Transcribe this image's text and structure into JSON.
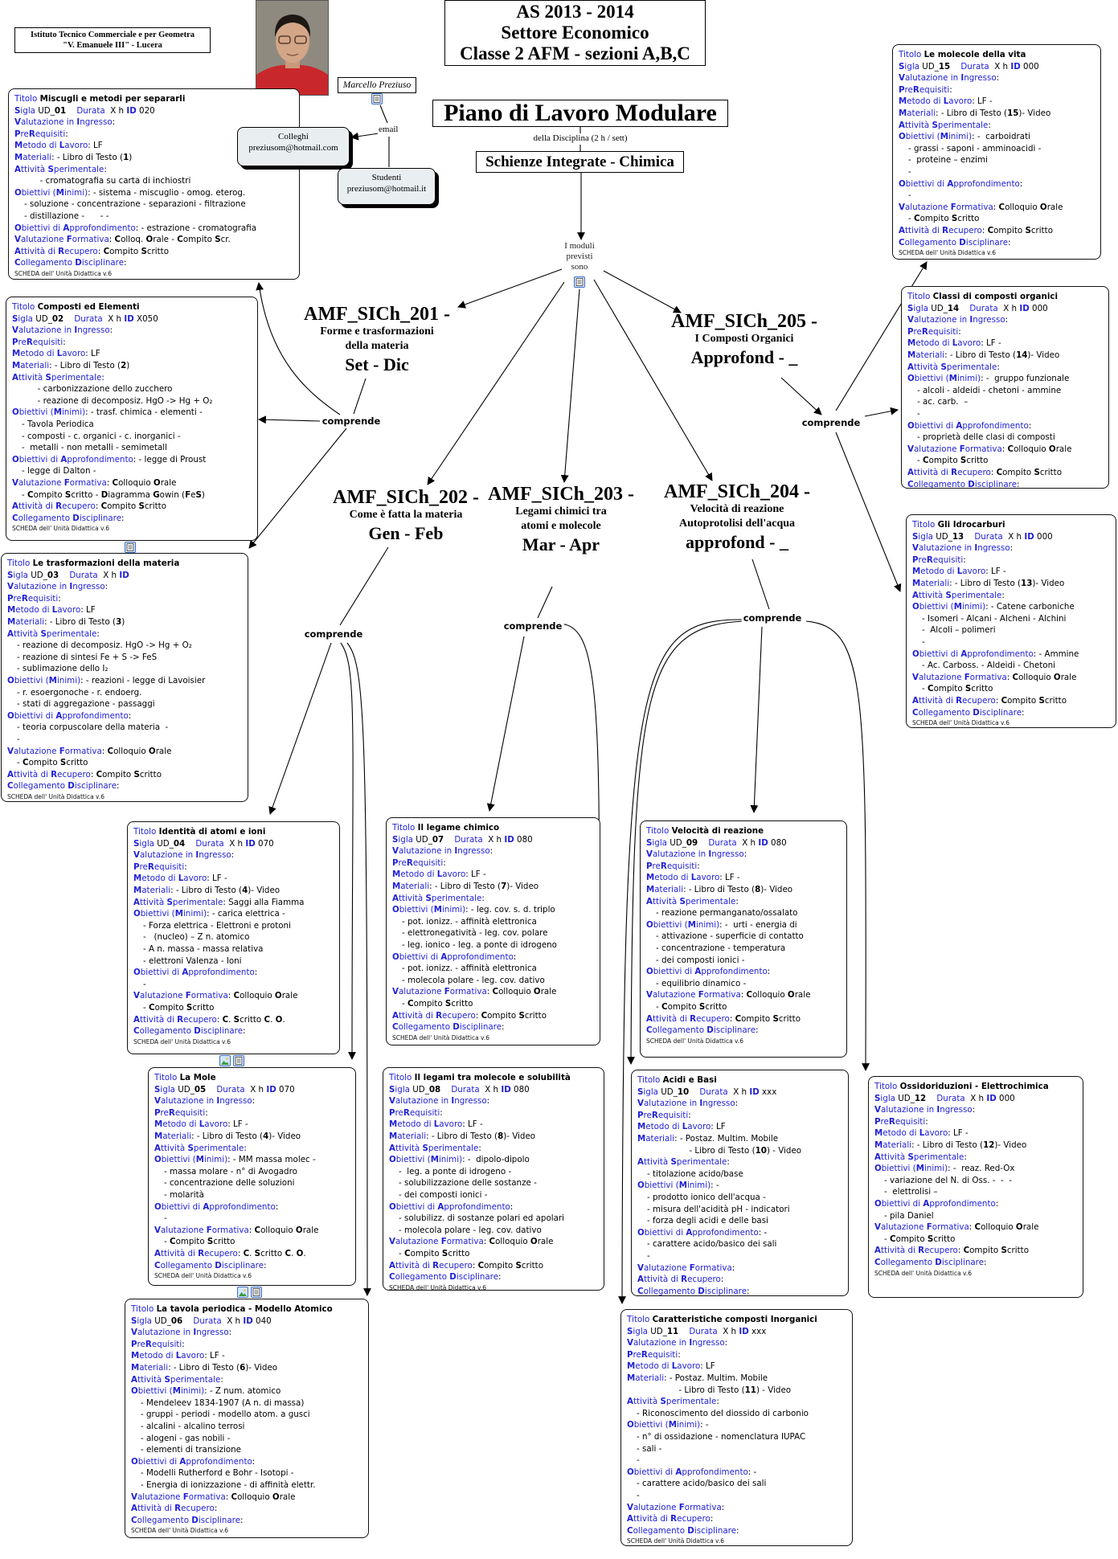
{
  "header": {
    "institute": [
      "Istituto Tecnico Commerciale e per Geometra",
      "\"V. Emanuele III\" - Lucera"
    ],
    "year_box": [
      "AS 2013 - 2014",
      "Settore Economico",
      "Classe 2 AFM - sezioni A,B,C"
    ],
    "plan_title": "Piano di Lavoro Modulare",
    "discipline_link": "della Disciplina (2 h / sett)",
    "subject": "Schienze Integrate - Chimica",
    "author": "Marcello Preziuso",
    "email_label": "email",
    "colleghi": [
      "Colleghi",
      "preziusom@hotmail.com"
    ],
    "studenti": [
      "Studenti",
      "preziusom@hotmail.it"
    ],
    "modules_link": [
      "I moduli",
      "previsti",
      "sono"
    ]
  },
  "connector_label": "comprende",
  "modules": [
    {
      "code": "AMF_SICh_201 -",
      "subtitle": [
        "Forme e trasformazioni",
        "della materia"
      ],
      "period": "Set - Dic"
    },
    {
      "code": "AMF_SICh_202 -",
      "subtitle": [
        "Come è fatta  la materia"
      ],
      "period": "Gen - Feb"
    },
    {
      "code": "AMF_SICh_203 -",
      "subtitle": [
        "Legami chimici tra",
        "atomi e molecole"
      ],
      "period": "Mar - Apr"
    },
    {
      "code": "AMF_SICh_204 -",
      "subtitle": [
        "Velocità di reazione",
        "Autoprotolisi dell'acqua"
      ],
      "period": "approfond - _"
    },
    {
      "code": "AMF_SICh_205 -",
      "subtitle": [
        "I Composti Organici"
      ],
      "period": "Approfond - _"
    }
  ],
  "labels": {
    "titolo": "Titolo",
    "sigla": "Sigla",
    "durata": "Durata",
    "id": "ID",
    "valutazione_ingresso": "Valutazione in Ingresso",
    "prerequisiti": "PreRequisiti",
    "metodo": "Metodo di Lavoro",
    "materiali": "Materiali",
    "attivita": "Attività Sperimentale",
    "minimi": "Obiettivi (Minimi)",
    "approf": "Obiettivi di Approfondimento",
    "formativa": "Valutazione Formativa",
    "recupero": "Attività di Recupero",
    "collegamento": "Collegamento Disciplinare",
    "footer": "SCHEDA dell' Unità Didattica v.6",
    "sigla_prefix": "UD_",
    "durata_value": "X h"
  },
  "colors": {
    "label_blue": "#1f1fd6",
    "bubble_bg": "#e9eff1",
    "icon_blue": "#3a6fc4"
  },
  "cards": [
    {
      "title": "Miscugli e metodi per separarli",
      "sigla": "01",
      "id": "020",
      "metodo": "LF",
      "materiali": [
        "- Libro di Testo (1)"
      ],
      "attivita": [
        "",
        "      - cromatografia su carta di inchiostri"
      ],
      "minimi": [
        "- sistema - miscuglio - omog. eterog.",
        "- soluzione - concentrazione - separazioni - filtrazione",
        "- distillazione -      - -"
      ],
      "approf": [
        "- estrazione - cromatografia"
      ],
      "formativa": [
        "Colloq. Orale - Compito Scr."
      ],
      "recupero": [
        "Compito Scritto"
      ]
    },
    {
      "title": "Composti ed Elementi",
      "sigla": "02",
      "id": "X050",
      "metodo": "LF",
      "materiali": [
        "- Libro di Testo (2)"
      ],
      "attivita": [
        "",
        "      - carbonizzazione dello zucchero",
        "      - reazione di decomposiz. HgO -> Hg + O₂"
      ],
      "minimi": [
        "- trasf. chimica - elementi -",
        "- Tavola Periodica",
        "- composti - c. organici - c. inorganici -",
        "-  metalli - non metalli - semimetall"
      ],
      "approf": [
        "- legge di Proust",
        "- legge di Dalton -"
      ],
      "formativa": [
        "Colloquio Orale",
        "- Compito Scritto - Diagramma Gowin (FeS)"
      ],
      "recupero": [
        "Compito Scritto"
      ]
    },
    {
      "title": "Le trasformazioni della materia",
      "sigla": "03",
      "id": "",
      "metodo": "LF",
      "materiali": [
        "- Libro di Testo (3)"
      ],
      "attivita": [
        "",
        "- reazione di decomposiz. HgO -> Hg + O₂",
        "- reazione di sintesi Fe + S -> FeS",
        "- sublimazione dello I₂"
      ],
      "minimi": [
        "- reazioni - legge di Lavoisier",
        "- r. esoergonoche - r. endoerg.",
        "- stati di aggregazione - passaggi"
      ],
      "approf": [
        "",
        "- teoria corpuscolare della materia  -",
        "-"
      ],
      "formativa": [
        "Colloquio Orale",
        "- Compito Scritto"
      ],
      "recupero": [
        "Compito Scritto"
      ]
    },
    {
      "title": "Identità di atomi e ioni",
      "sigla": "04",
      "id": "070",
      "metodo": "LF -",
      "materiali": [
        "- Libro di Testo (4)- Video"
      ],
      "attivita": [
        "Saggi alla Fiamma"
      ],
      "minimi": [
        "- carica elettrica -",
        "- Forza elettrica - Elettroni e protoni",
        "-   (nucleo) – Z n. atomico",
        "- A n. massa - massa relativa",
        "- elettroni Valenza - Ioni"
      ],
      "approf": [
        "",
        "-"
      ],
      "formativa": [
        "Colloquio Orale",
        "- Compito Scritto"
      ],
      "recupero": [
        "C. Scritto C. O."
      ]
    },
    {
      "title": "La Mole",
      "sigla": "05",
      "id": "070",
      "metodo": "LF -",
      "materiali": [
        "- Libro di Testo (4)- Video"
      ],
      "attivita": [
        ""
      ],
      "minimi": [
        "- MM massa molec -",
        "- massa molare - n° di Avogadro",
        "- concentrazione delle soluzioni",
        "- molarità"
      ],
      "approf": [
        "",
        "-"
      ],
      "formativa": [
        "Colloquio Orale",
        "- Compito Scritto"
      ],
      "recupero": [
        "C. Scritto C. O."
      ]
    },
    {
      "title": "La tavola periodica - Modello Atomico",
      "sigla": "06",
      "id": "040",
      "metodo": "LF -",
      "materiali": [
        "- Libro di Testo (6)- Video"
      ],
      "attivita": [
        ""
      ],
      "minimi": [
        "- Z num. atomico",
        "- Mendeleev 1834-1907 (A n. di massa)",
        "- gruppi - periodi - modello atom. a gusci",
        "- alcalini - alcalino terrosi",
        "- alogeni - gas nobili -",
        "- elementi di transizione"
      ],
      "approf": [
        "",
        "- Modelli Rutherford e Bohr - Isotopi -",
        "- Energia di ionizzazione - di affinità elettr."
      ],
      "formativa": [
        "Colloquio Orale"
      ],
      "recupero": [
        ""
      ]
    },
    {
      "title": "Il legame chimico",
      "sigla": "07",
      "id": "080",
      "metodo": "LF -",
      "materiali": [
        "- Libro di Testo (7)- Video"
      ],
      "attivita": [
        ""
      ],
      "minimi": [
        "- leg. cov. s. d. triplo",
        "- pot. ionizz. - affinità elettronica",
        "- elettronegatività - leg. cov. polare",
        "- leg. ionico - leg. a ponte di idrogeno"
      ],
      "approf": [
        "",
        "- pot. ionizz. - affinità elettronica",
        "- molecola polare - leg. cov. dativo"
      ],
      "formativa": [
        "Colloquio Orale",
        "- Compito Scritto"
      ],
      "recupero": [
        "Compito Scritto"
      ]
    },
    {
      "title": "Il legami tra molecole e solubilità",
      "sigla": "08",
      "id": "080",
      "metodo": "LF -",
      "materiali": [
        "- Libro di Testo (8)- Video"
      ],
      "attivita": [
        ""
      ],
      "minimi": [
        "-  dipolo-dipolo",
        "-  leg. a ponte di idrogeno -",
        "- solubilizzazione delle sostanze -",
        "- dei composti ionici -"
      ],
      "approf": [
        "",
        "- solubilizz. di sostanze polari ed apolari",
        "- molecola polare - leg. cov. dativo"
      ],
      "formativa": [
        "Colloquio Orale",
        "- Compito Scritto"
      ],
      "recupero": [
        "Compito Scritto"
      ]
    },
    {
      "title": "Velocità di reazione",
      "sigla": "09",
      "id": "080",
      "metodo": "LF -",
      "materiali": [
        "- Libro di Testo (8)- Video"
      ],
      "attivita": [
        "",
        "- reazione permanganato/ossalato"
      ],
      "minimi": [
        "-  urti - energia di",
        "- attivazione - superficie di contatto",
        "- concentrazione - temperatura",
        "- dei composti ionici -"
      ],
      "approf": [
        "",
        "- equilibrio dinamico -"
      ],
      "formativa": [
        "Colloquio Orale",
        "- Compito Scritto"
      ],
      "recupero": [
        "Compito Scritto"
      ]
    },
    {
      "title": "Acidi e Basi",
      "sigla": "10",
      "id": "xxx",
      "metodo": "LF",
      "materiali": [
        "- Postaz. Multim. Mobile",
        "                - Libro di Testo (10) - Video"
      ],
      "attivita": [
        "",
        "- titolazione acido/base"
      ],
      "minimi": [
        "-",
        "- prodotto ionico dell'acqua -",
        "- misura dell'acidità pH - indicatori",
        "- forza degli acidi e delle basi"
      ],
      "approf": [
        "-",
        "- carattere acido/basico dei sali",
        "-"
      ],
      "formativa": [
        ""
      ],
      "recupero": [
        ""
      ]
    },
    {
      "title": "Caratteristiche composti Inorganici",
      "sigla": "11",
      "id": "xxx",
      "metodo": "LF",
      "materiali": [
        "- Postaz. Multim. Mobile",
        "                - Libro di Testo (11) - Video"
      ],
      "attivita": [
        "",
        "- Riconoscimento del diossido di carbonio"
      ],
      "minimi": [
        "-",
        "- n° di ossidazione - nomenclatura IUPAC",
        "- sali -",
        "-"
      ],
      "approf": [
        "-",
        "- carattere acido/basico dei sali",
        "-"
      ],
      "formativa": [
        ""
      ],
      "recupero": [
        ""
      ]
    },
    {
      "title": "Ossidoriduzioni - Elettrochimica",
      "sigla": "12",
      "id": "000",
      "metodo": "LF -",
      "materiali": [
        "- Libro di Testo (12)- Video"
      ],
      "attivita": [
        ""
      ],
      "minimi": [
        "-  reaz. Red-Ox",
        "- variazione del N. di Oss. -  -  -",
        "-  elettrolisi –"
      ],
      "approf": [
        "",
        "- pila Daniel"
      ],
      "formativa": [
        "Colloquio Orale",
        "- Compito Scritto"
      ],
      "recupero": [
        "Compito Scritto"
      ]
    },
    {
      "title": "Gli Idrocarburi",
      "sigla": "13",
      "id": "000",
      "metodo": "LF -",
      "materiali": [
        "- Libro di Testo (13)- Video"
      ],
      "attivita": [
        ""
      ],
      "minimi": [
        "- Catene carboniche",
        "- Isomeri - Alcani - Alcheni - Alchini",
        "-  Alcoli – polimeri",
        "-"
      ],
      "approf": [
        "- Ammine",
        "- Ac. Carboss. - Aldeidi - Chetoni"
      ],
      "formativa": [
        "Colloquio Orale",
        "- Compito Scritto"
      ],
      "recupero": [
        "Compito Scritto"
      ]
    },
    {
      "title": "Classi di composti organici",
      "sigla": "14",
      "id": "000",
      "metodo": "LF -",
      "materiali": [
        "- Libro di Testo (14)- Video"
      ],
      "attivita": [
        ""
      ],
      "minimi": [
        "-  gruppo funzionale",
        "- alcoli - aldeidi - chetoni - ammine",
        "- ac. carb.  –",
        "-"
      ],
      "approf": [
        "",
        "- proprietà delle clasi di composti"
      ],
      "formativa": [
        "Colloquio Orale",
        "- Compito Scritto"
      ],
      "recupero": [
        "Compito Scritto"
      ]
    },
    {
      "title": "Le molecole della vita",
      "sigla": "15",
      "id": "000",
      "metodo": "LF -",
      "materiali": [
        "- Libro di Testo (15)- Video"
      ],
      "attivita": [
        ""
      ],
      "minimi": [
        "-  carboidrati",
        "- grassi - saponi - amminoacidi -",
        "-  proteine – enzimi",
        "-"
      ],
      "approf": [
        "",
        "-"
      ],
      "formativa": [
        "Colloquio Orale",
        "- Compito Scritto"
      ],
      "recupero": [
        "Compito Scritto"
      ]
    }
  ]
}
